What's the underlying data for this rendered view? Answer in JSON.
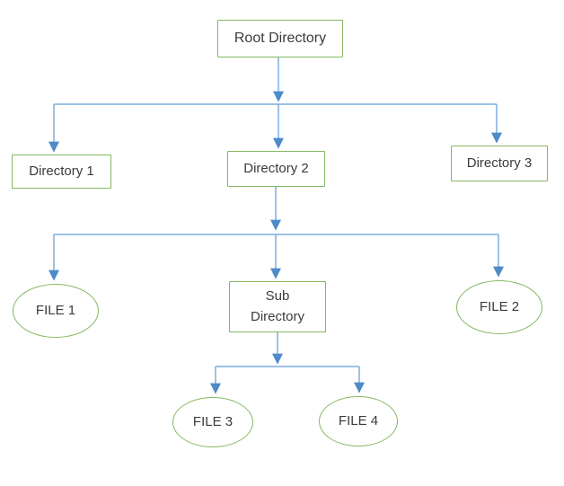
{
  "diagram": {
    "type": "tree",
    "background": "#ffffff",
    "colors": {
      "node_border": "#84b860",
      "node_fill": "#ffffff",
      "connector": "#7aadde",
      "arrowhead": "#4d8bc9",
      "text": "#3b3b3b"
    },
    "nodes": {
      "root": {
        "label": "Root Directory",
        "shape": "rectangle"
      },
      "dir1": {
        "label": "Directory 1",
        "shape": "rectangle"
      },
      "dir2": {
        "label": "Directory 2",
        "shape": "rectangle"
      },
      "dir3": {
        "label": "Directory 3",
        "shape": "rectangle"
      },
      "file1": {
        "label": "FILE 1",
        "shape": "ellipse"
      },
      "subdir": {
        "label": "Sub Directory",
        "shape": "rectangle"
      },
      "file2": {
        "label": "FILE 2",
        "shape": "ellipse"
      },
      "file3": {
        "label": "FILE 3",
        "shape": "ellipse"
      },
      "file4": {
        "label": "FILE 4",
        "shape": "ellipse"
      }
    },
    "edges": [
      {
        "from": "root",
        "to": "dir1"
      },
      {
        "from": "root",
        "to": "dir2"
      },
      {
        "from": "root",
        "to": "dir3"
      },
      {
        "from": "dir2",
        "to": "file1"
      },
      {
        "from": "dir2",
        "to": "subdir"
      },
      {
        "from": "dir2",
        "to": "file2"
      },
      {
        "from": "subdir",
        "to": "file3"
      },
      {
        "from": "subdir",
        "to": "file4"
      }
    ]
  }
}
